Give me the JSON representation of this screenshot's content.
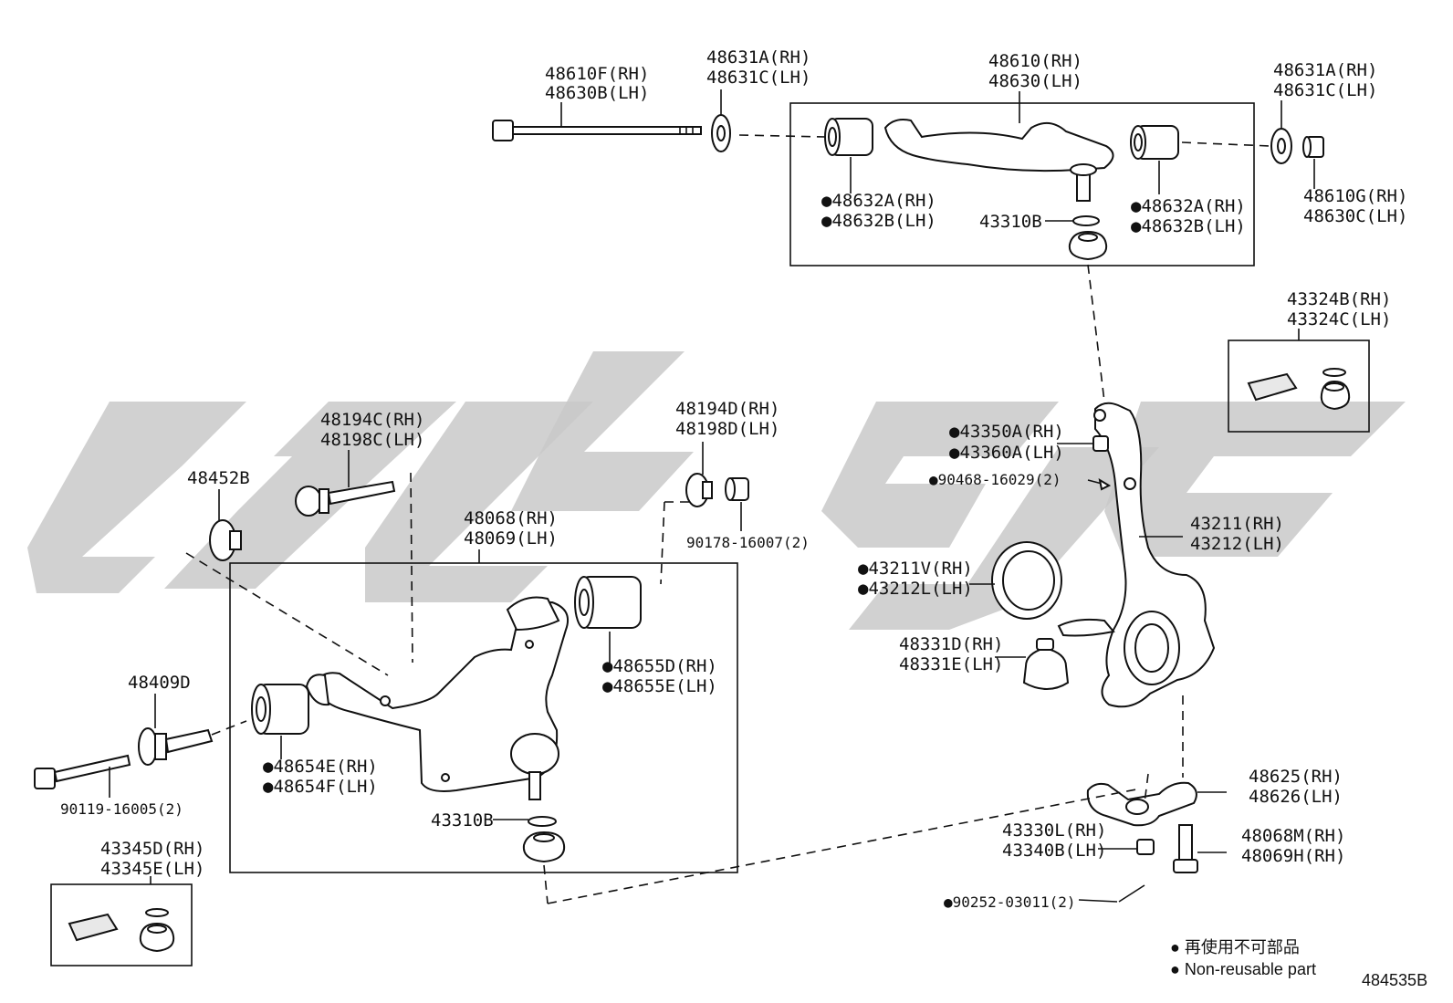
{
  "labels": {
    "p48610f": [
      "48610F(RH)",
      "48630B(LH)"
    ],
    "p48631a_l": [
      "48631A(RH)",
      "48631C(LH)"
    ],
    "p48610": [
      "48610(RH)",
      "48630(LH)"
    ],
    "p48631a_r": [
      "48631A(RH)",
      "48631C(LH)"
    ],
    "p48610g": [
      "48610G(RH)",
      "48630C(LH)"
    ],
    "p48632_l": [
      "●48632A(RH)",
      "●48632B(LH)"
    ],
    "p48632_r": [
      "●48632A(RH)",
      "●48632B(LH)"
    ],
    "p43310b_up": "43310B",
    "p43324b": [
      "43324B(RH)",
      "43324C(LH)"
    ],
    "p43350a": [
      "●43350A(RH)",
      "●43360A(LH)"
    ],
    "p90468": "●90468-16029(2)",
    "p43211": [
      "43211(RH)",
      "43212(LH)"
    ],
    "p43211v": [
      "●43211V(RH)",
      "●43212L(LH)"
    ],
    "p48331d": [
      "48331D(RH)",
      "48331E(LH)"
    ],
    "p48194c": [
      "48194C(RH)",
      "48198C(LH)"
    ],
    "p48452b": "48452B",
    "p48194d": [
      "48194D(RH)",
      "48198D(LH)"
    ],
    "p90178": "90178-16007(2)",
    "p48068": [
      "48068(RH)",
      "48069(LH)"
    ],
    "p48655d": [
      "●48655D(RH)",
      "●48655E(LH)"
    ],
    "p48409d": "48409D",
    "p48654e": [
      "●48654E(RH)",
      "●48654F(LH)"
    ],
    "p90119": "90119-16005(2)",
    "p43310b_low": "43310B",
    "p43345d": [
      "43345D(RH)",
      "43345E(LH)"
    ],
    "p48625": [
      "48625(RH)",
      "48626(LH)"
    ],
    "p43330l": [
      "43330L(RH)",
      "43340B(LH)"
    ],
    "p48068m": [
      "48068M(RH)",
      "48069H(RH)"
    ],
    "p90252": "●90252-03011(2)"
  },
  "legend": {
    "line1": "● 再使用不可部品",
    "line2": "● Non-reusable part"
  },
  "figure_id": "484535B",
  "colors": {
    "ink": "#111111",
    "watermark": "#c9c9c9"
  }
}
